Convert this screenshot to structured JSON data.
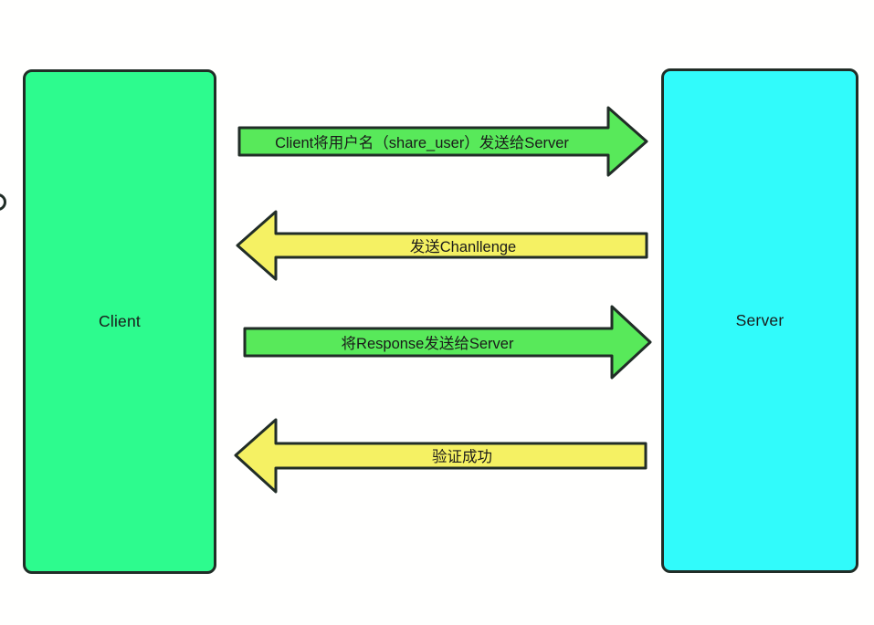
{
  "diagram": {
    "description": "Challenge-response authentication flow between Client and Server",
    "nodes": {
      "client": {
        "label": "Client"
      },
      "server": {
        "label": "Server"
      }
    },
    "arrows": [
      {
        "label": "Client将用户名（share_user）发送给Server",
        "direction": "right",
        "color_name": "green"
      },
      {
        "label": "发送Chanllenge",
        "direction": "left",
        "color_name": "yellow"
      },
      {
        "label": "将Response发送给Server",
        "direction": "right",
        "color_name": "green"
      },
      {
        "label": "验证成功",
        "direction": "left",
        "color_name": "yellow"
      }
    ]
  },
  "colors": {
    "client_fill": "#2DFB8E",
    "server_fill": "#31FBFB",
    "arrow_green": "#58E95A",
    "arrow_yellow": "#F5F163",
    "outline": "#212D27",
    "text": "#1A1A1A",
    "background": "#FFFFFE"
  }
}
